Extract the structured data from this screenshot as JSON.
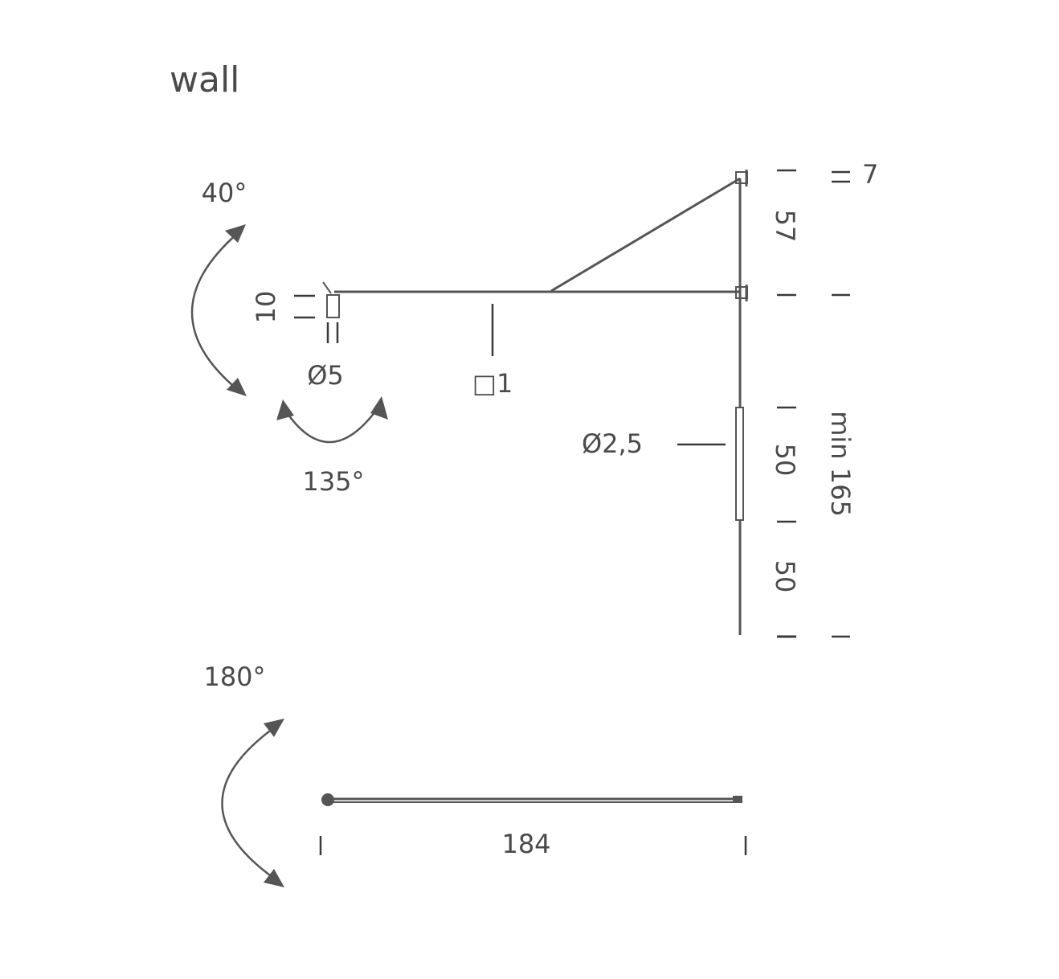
{
  "title": "wall",
  "labels": {
    "angle_tilt": "40°",
    "angle_head": "135°",
    "angle_swing": "180°",
    "head_height": "10",
    "head_diameter": "Ø5",
    "arm_section": "□1",
    "pole_diameter": "Ø2,5",
    "top_gap": "7",
    "upper_height": "57",
    "mid_height": "50",
    "lower_height": "50",
    "total_height": "min 165",
    "arm_length": "184"
  },
  "colors": {
    "line": "#555555",
    "text": "#4a4a4a",
    "background": "#ffffff"
  }
}
